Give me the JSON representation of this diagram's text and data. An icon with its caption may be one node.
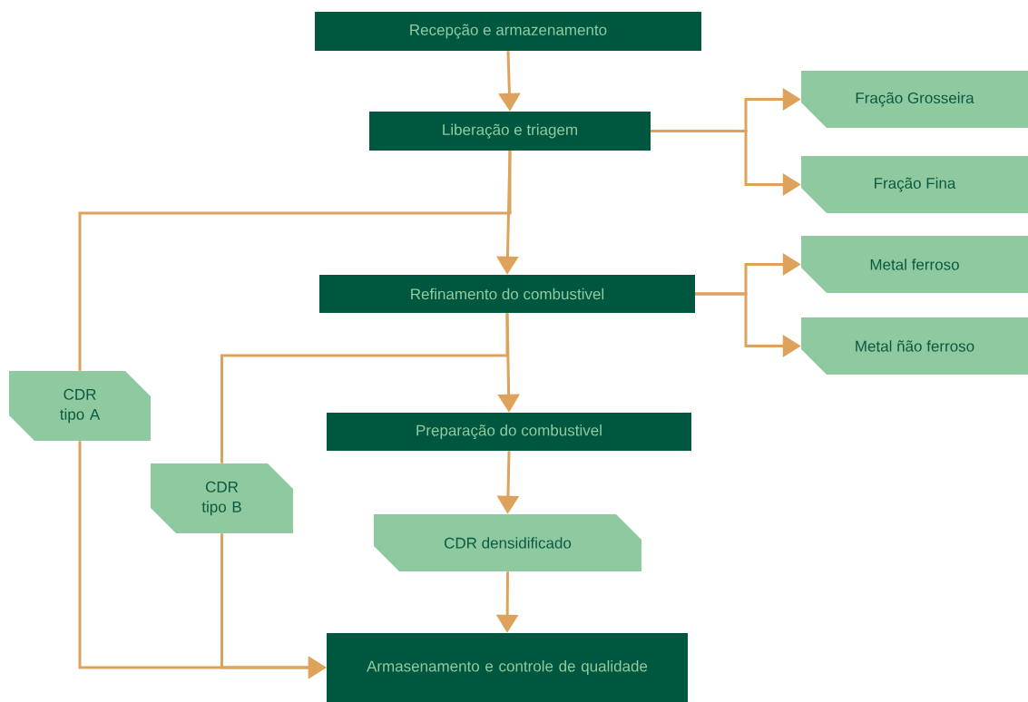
{
  "diagram": {
    "nodes": [
      {
        "text": [
          "Recepção e armazenamento"
        ]
      },
      {
        "text": [
          "Liberação e triagem"
        ]
      },
      {
        "text": [
          "Fração Grosseira"
        ]
      },
      {
        "text": [
          "Fração Fina"
        ]
      },
      {
        "text": [
          "Refinamento do combustivel"
        ]
      },
      {
        "text": [
          "Metal ferroso"
        ]
      },
      {
        "text": [
          "Metal ñão ferroso"
        ]
      },
      {
        "text": [
          "CDR tipo A"
        ]
      },
      {
        "text": [
          "Preparação do combustivel"
        ]
      },
      {
        "text": [
          "CDR tipo B"
        ]
      },
      {
        "text": [
          "CDR densidificado"
        ]
      },
      {
        "text": [
          "Armasenamento e controle de qualidade"
        ]
      }
    ],
    "edges": [
      {
        "from": 0,
        "to": 1,
        "arrow": "to"
      },
      {
        "from": 1,
        "to": 2,
        "arrow": "to"
      },
      {
        "from": 1,
        "to": 3,
        "arrow": "to"
      },
      {
        "from": 1,
        "to": 4,
        "arrow": "to"
      },
      {
        "from": 1,
        "to": 7,
        "arrow": "none"
      },
      {
        "from": 4,
        "to": 5,
        "arrow": "to"
      },
      {
        "from": 4,
        "to": 6,
        "arrow": "to"
      },
      {
        "from": 4,
        "to": 8,
        "arrow": "to"
      },
      {
        "from": 4,
        "to": 9,
        "arrow": "none"
      },
      {
        "from": 7,
        "to": 11,
        "arrow": "to"
      },
      {
        "from": 9,
        "to": 11,
        "arrow": "to"
      },
      {
        "from": 8,
        "to": 10,
        "arrow": "to"
      },
      {
        "from": 10,
        "to": 11,
        "arrow": "to"
      }
    ]
  }
}
